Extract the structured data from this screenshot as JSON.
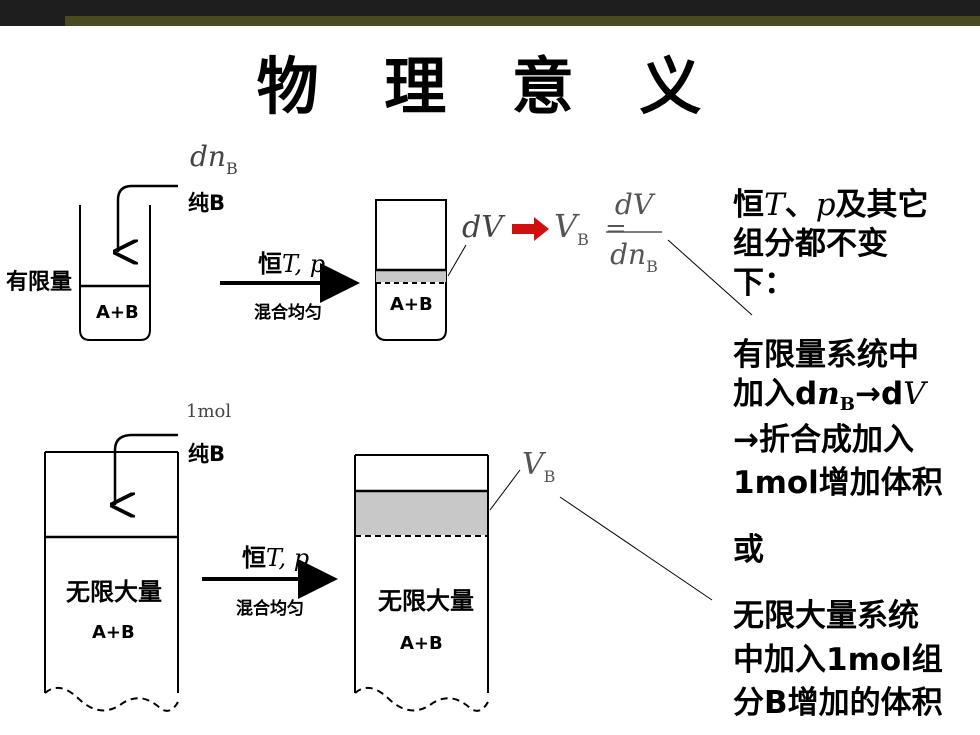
{
  "title": "物 理 意 义",
  "top": {
    "side_label": "有限量",
    "add_amount": "dn",
    "add_amount_sub": "B",
    "pure_label": "纯B",
    "beaker_content": "A+B",
    "condition_prefix": "恒",
    "condition_vars": "T, p",
    "mix_label": "混合均匀",
    "volume_change": "dV",
    "formula_lhs": "V",
    "formula_lhs_sub": "B",
    "formula_eq": "=",
    "formula_num": "dV",
    "formula_den": "dn",
    "formula_den_sub": "B"
  },
  "bottom": {
    "add_amount": "1mol",
    "pure_label": "纯B",
    "condition_prefix": "恒",
    "condition_vars": "T, p",
    "mix_label": "混合均匀",
    "beaker_label": "无限大量",
    "beaker_content": "A+B",
    "volume_label": "V",
    "volume_label_sub": "B"
  },
  "notes": {
    "line1a": "恒",
    "line1b": "T",
    "line1c": "、",
    "line1d": "p",
    "line1e": "及其它",
    "line2": "组分都不变",
    "line3": "下：",
    "line4": "有限量系统中",
    "line5a": "加入d",
    "line5b": "n",
    "line5c": "B",
    "line5d": "→d",
    "line5e": "V",
    "line6": "→折合成加入",
    "line7": "1mol增加体积",
    "line8": "或",
    "line9": "无限大量系统",
    "line10": "中加入1mol组",
    "line11": "分B增加的体积"
  },
  "colors": {
    "arrow_red": "#d01010",
    "shade": "#c8c8c8",
    "topbar": "#1e1e1e",
    "topbar_accent": "#4a4a1f"
  }
}
